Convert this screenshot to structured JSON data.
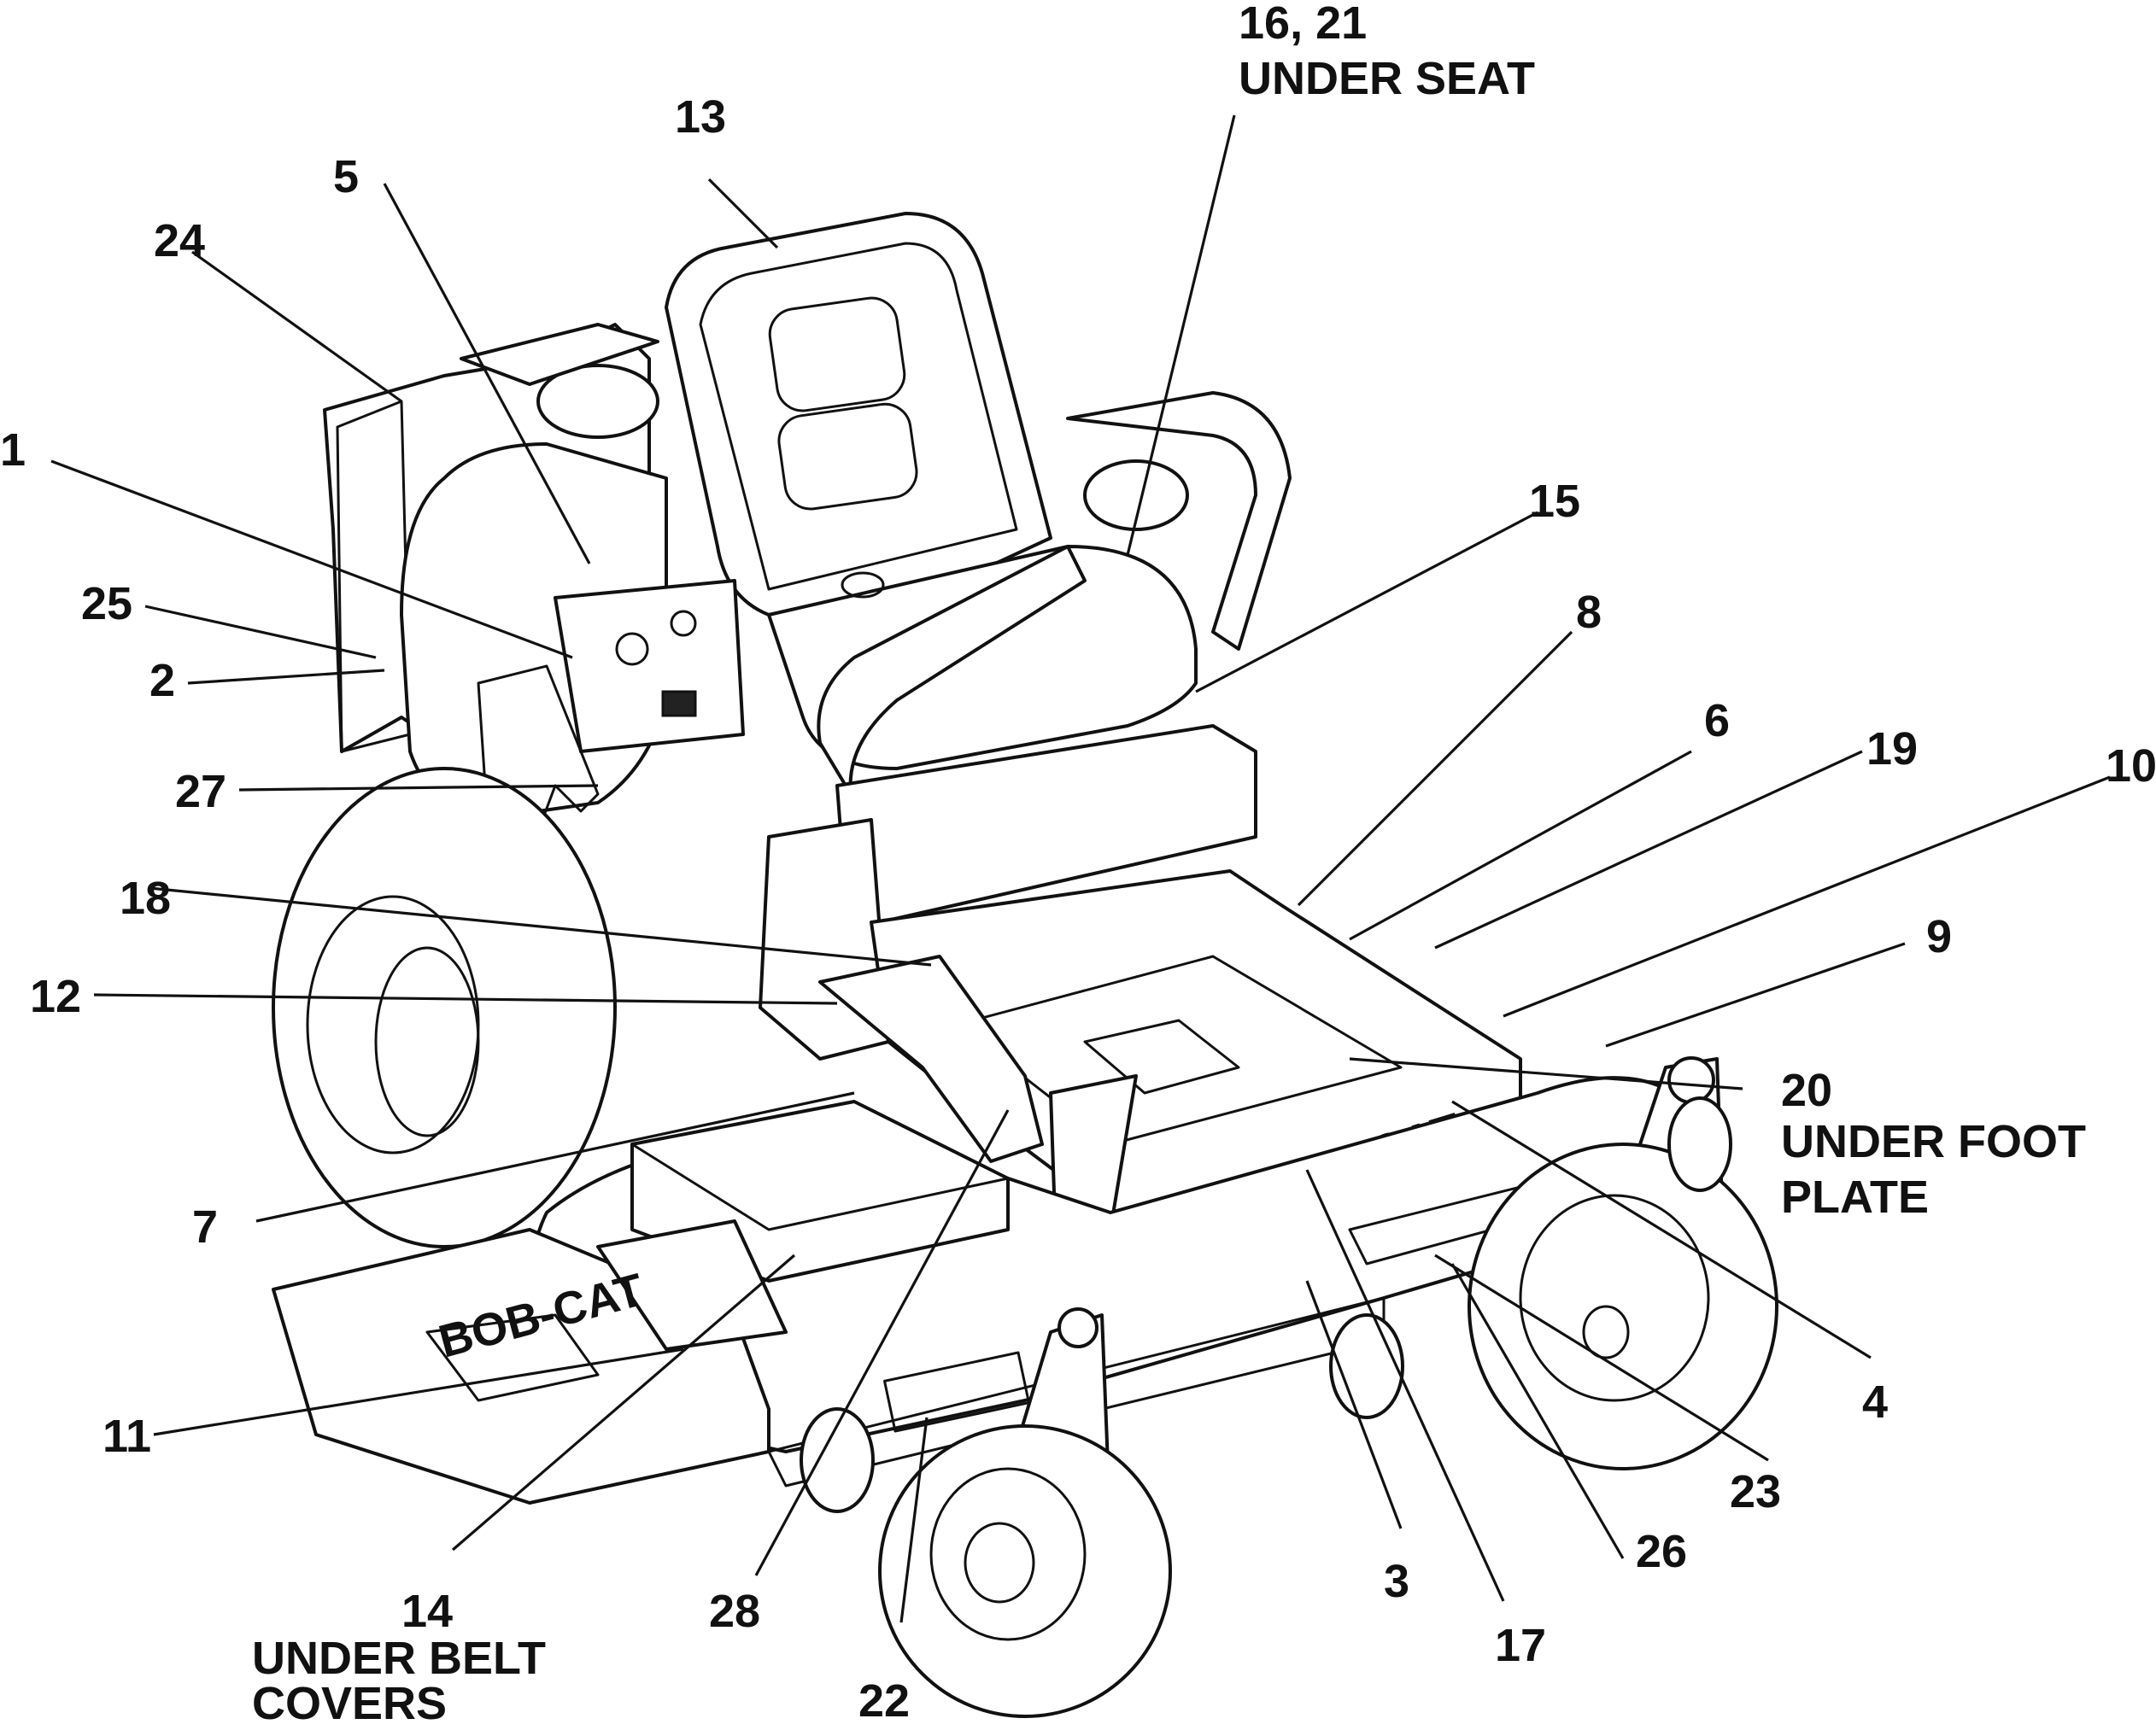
{
  "labels": {
    "l1": "1",
    "l2": "2",
    "l3": "3",
    "l4": "4",
    "l5": "5",
    "l6": "6",
    "l7": "7",
    "l8": "8",
    "l9": "9",
    "l10": "10",
    "l11": "11",
    "l12": "12",
    "l13": "13",
    "l14_num": "14",
    "l14_line1": "UNDER BELT",
    "l14_line2": "COVERS",
    "l15": "15",
    "l16_num": "16, 21",
    "l16_line2": "UNDER SEAT",
    "l17": "17",
    "l18": "18",
    "l19": "19",
    "l20_num": "20",
    "l20_line2": "UNDER FOOT",
    "l20_line3": "PLATE",
    "l22": "22",
    "l23": "23",
    "l24": "24",
    "l25": "25",
    "l26": "26",
    "l27": "27",
    "l28": "28"
  },
  "decals": {
    "hood_brand": "BOB-CAT",
    "deck_brand": "BOB-CAT"
  }
}
